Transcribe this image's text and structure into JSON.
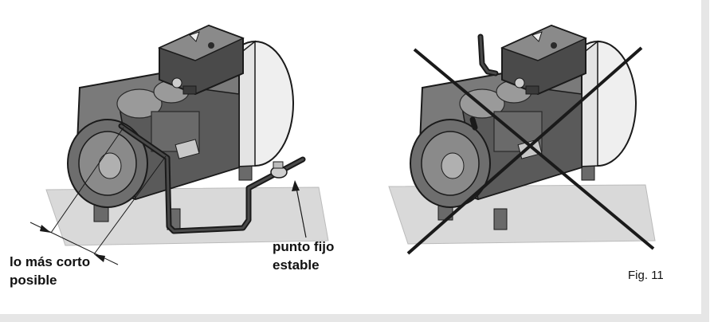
{
  "labels": {
    "shortest": [
      "lo más corto",
      "posible"
    ],
    "fixed_point": [
      "punto fijo",
      "estable"
    ],
    "figure": "Fig. 11"
  },
  "colors": {
    "outline": "#1a1a1a",
    "body_dark": "#5a5a5a",
    "body_mid": "#8a8a8a",
    "body_light": "#bdbdbd",
    "motor_shell": "#efefef",
    "base_plate": "#d9d9d9",
    "frame": "#e6e6e6"
  },
  "icons": [
    "compressor-illustration",
    "cross-mark-icon",
    "arrow-icon"
  ]
}
